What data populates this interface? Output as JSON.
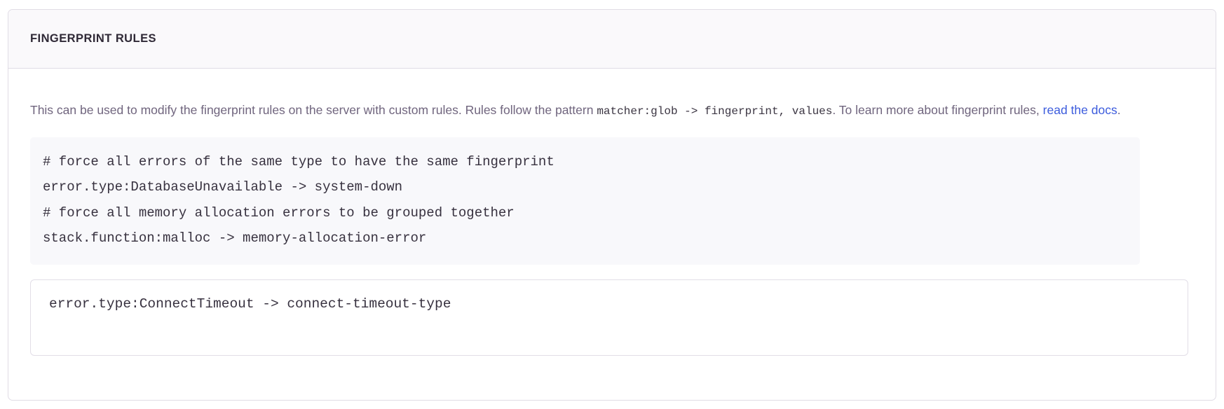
{
  "panel": {
    "title": "FINGERPRINT RULES"
  },
  "description": {
    "text_before_code": "This can be used to modify the fingerprint rules on the server with custom rules. Rules follow the pattern",
    "inline_code_1": "matcher:glob -> fingerprint, values",
    "text_between": ". To learn more about fingerprint rules,",
    "link_label": "read the docs",
    "text_after_link": "."
  },
  "example_code": {
    "lines": [
      "# force all errors of the same type to have the same fingerprint",
      "error.type:DatabaseUnavailable -> system-down",
      "# force all memory allocation errors to be grouped together",
      "stack.function:malloc -> memory-allocation-error"
    ],
    "full_text": "# force all errors of the same type to have the same fingerprint\nerror.type:DatabaseUnavailable -> system-down\n# force all memory allocation errors to be grouped together\nstack.function:malloc -> memory-allocation-error"
  },
  "rules_input": {
    "value": "error.type:ConnectTimeout -> connect-timeout-type",
    "placeholder": ""
  },
  "colors": {
    "panel_border": "#e0dce5",
    "header_background": "#faf9fb",
    "title_text": "#2f2936",
    "body_text": "#70657e",
    "link": "#3c5cdd",
    "code_background": "#f8f8fb",
    "code_text": "#37313f",
    "input_border": "#e2dee7"
  }
}
